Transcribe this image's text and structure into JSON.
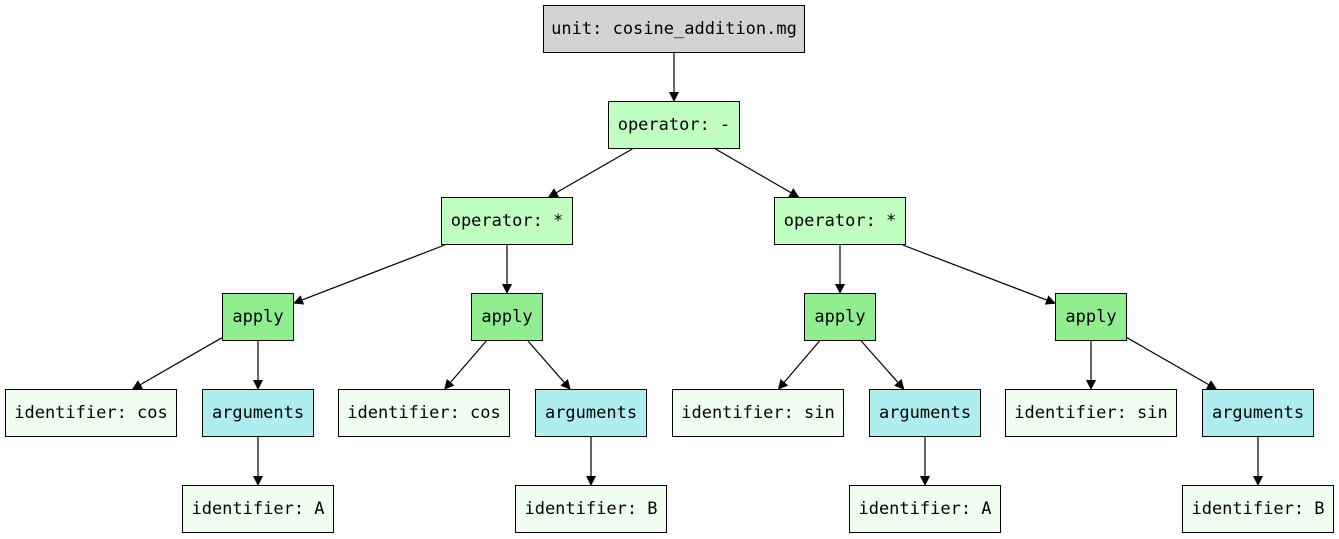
{
  "colors": {
    "unit": "#d3d3d3",
    "operator": "#c1ffc1",
    "apply": "#90ee90",
    "identifier": "#f0fff0",
    "arguments": "#afeeee",
    "edge": "#000000"
  },
  "nodes": [
    {
      "id": "unit",
      "label": "unit: cosine_addition.mg",
      "kind": "unit"
    },
    {
      "id": "op-minus",
      "label": "operator: -",
      "kind": "operator"
    },
    {
      "id": "op-mul-left",
      "label": "operator: *",
      "kind": "operator"
    },
    {
      "id": "op-mul-right",
      "label": "operator: *",
      "kind": "operator"
    },
    {
      "id": "apply-1",
      "label": "apply",
      "kind": "apply"
    },
    {
      "id": "apply-2",
      "label": "apply",
      "kind": "apply"
    },
    {
      "id": "apply-3",
      "label": "apply",
      "kind": "apply"
    },
    {
      "id": "apply-4",
      "label": "apply",
      "kind": "apply"
    },
    {
      "id": "ident-cos-1",
      "label": "identifier: cos",
      "kind": "identifier"
    },
    {
      "id": "args-1",
      "label": "arguments",
      "kind": "arguments"
    },
    {
      "id": "ident-cos-2",
      "label": "identifier: cos",
      "kind": "identifier"
    },
    {
      "id": "args-2",
      "label": "arguments",
      "kind": "arguments"
    },
    {
      "id": "ident-sin-1",
      "label": "identifier: sin",
      "kind": "identifier"
    },
    {
      "id": "args-3",
      "label": "arguments",
      "kind": "arguments"
    },
    {
      "id": "ident-sin-2",
      "label": "identifier: sin",
      "kind": "identifier"
    },
    {
      "id": "args-4",
      "label": "arguments",
      "kind": "arguments"
    },
    {
      "id": "ident-A-1",
      "label": "identifier: A",
      "kind": "identifier"
    },
    {
      "id": "ident-B-1",
      "label": "identifier: B",
      "kind": "identifier"
    },
    {
      "id": "ident-A-2",
      "label": "identifier: A",
      "kind": "identifier"
    },
    {
      "id": "ident-B-2",
      "label": "identifier: B",
      "kind": "identifier"
    }
  ],
  "edges": [
    [
      "unit",
      "op-minus"
    ],
    [
      "op-minus",
      "op-mul-left"
    ],
    [
      "op-minus",
      "op-mul-right"
    ],
    [
      "op-mul-left",
      "apply-1"
    ],
    [
      "op-mul-left",
      "apply-2"
    ],
    [
      "op-mul-right",
      "apply-3"
    ],
    [
      "op-mul-right",
      "apply-4"
    ],
    [
      "apply-1",
      "ident-cos-1"
    ],
    [
      "apply-1",
      "args-1"
    ],
    [
      "apply-2",
      "ident-cos-2"
    ],
    [
      "apply-2",
      "args-2"
    ],
    [
      "apply-3",
      "ident-sin-1"
    ],
    [
      "apply-3",
      "args-3"
    ],
    [
      "apply-4",
      "ident-sin-2"
    ],
    [
      "apply-4",
      "args-4"
    ],
    [
      "args-1",
      "ident-A-1"
    ],
    [
      "args-2",
      "ident-B-1"
    ],
    [
      "args-3",
      "ident-A-2"
    ],
    [
      "args-4",
      "ident-B-2"
    ]
  ]
}
